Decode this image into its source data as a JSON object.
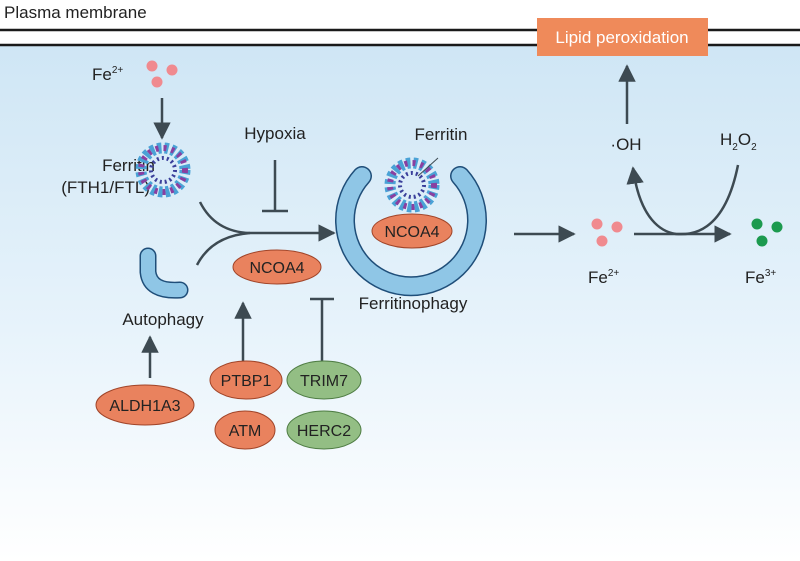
{
  "labels": {
    "plasma_membrane": "Plasma membrane",
    "lipid_peroxidation": "Lipid peroxidation",
    "fe_top": "Fe",
    "fe_top_charge": "2+",
    "ferritin_left_1": "Ferritin",
    "ferritin_left_2": "(FTH1/FTL)",
    "hypoxia": "Hypoxia",
    "ferritin_center": "Ferritin",
    "autophagy": "Autophagy",
    "ferritinophagy": "Ferritinophagy",
    "hydroxyl": "·OH",
    "h2o2_h": "H",
    "h2o2_2a": "2",
    "h2o2_o": "O",
    "h2o2_2b": "2",
    "fe_mid": "Fe",
    "fe_mid_charge": "2+",
    "fe_right": "Fe",
    "fe_right_charge": "3+"
  },
  "proteins": {
    "ncoa4_free": "NCOA4",
    "ncoa4_bound": "NCOA4",
    "aldh1a3": "ALDH1A3",
    "ptbp1": "PTBP1",
    "atm": "ATM",
    "trim7": "TRIM7",
    "herc2": "HERC2"
  },
  "colors": {
    "cytoplasm_top": "#cfe6f5",
    "orange_oval": "#e9825e",
    "green_oval": "#93be84",
    "lipid_box": "#ef8a5a",
    "fe2_dot": "#f08a8f",
    "fe3_dot": "#1c9a4f",
    "autophagosome": "#8fc6e6",
    "arrow": "#3d4a52"
  }
}
